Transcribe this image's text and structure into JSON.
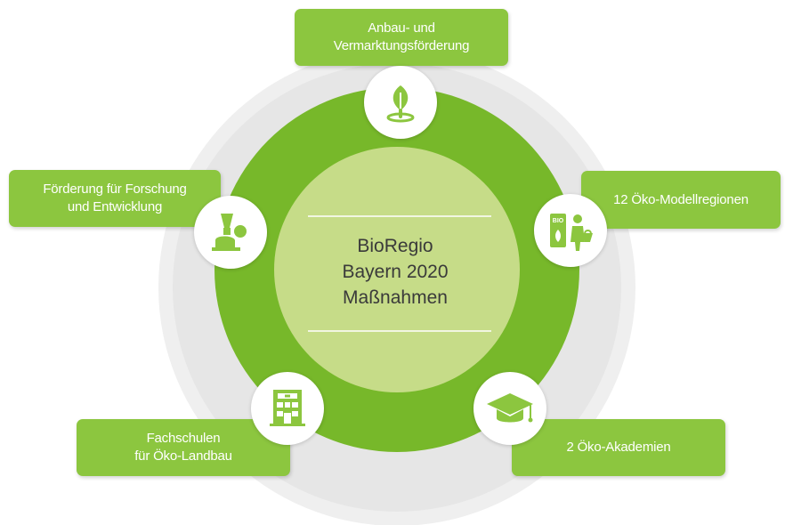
{
  "center": {
    "line1": "BioRegio",
    "line2": "Bayern 2020",
    "line3": "Maßnahmen"
  },
  "items": [
    {
      "line1": "Anbau- und",
      "line2": "Vermarktungsförderung",
      "icon": "sprout-icon"
    },
    {
      "line1": "12 Öko-Modellregionen",
      "icon": "bio-shop-icon"
    },
    {
      "line1": "2 Öko-Akademien",
      "icon": "graduation-cap-icon"
    },
    {
      "line1": "Fachschulen",
      "line2": "für Öko-Landbau",
      "icon": "school-building-icon"
    },
    {
      "line1": "Förderung für Forschung",
      "line2": "und Entwicklung",
      "icon": "microscope-icon"
    }
  ],
  "colors": {
    "accent": "#8cc63f",
    "ring": "#77b82a",
    "inner": "#c6dc88",
    "outer_ring": "#ededed",
    "text_center": "#3a3a3a"
  }
}
